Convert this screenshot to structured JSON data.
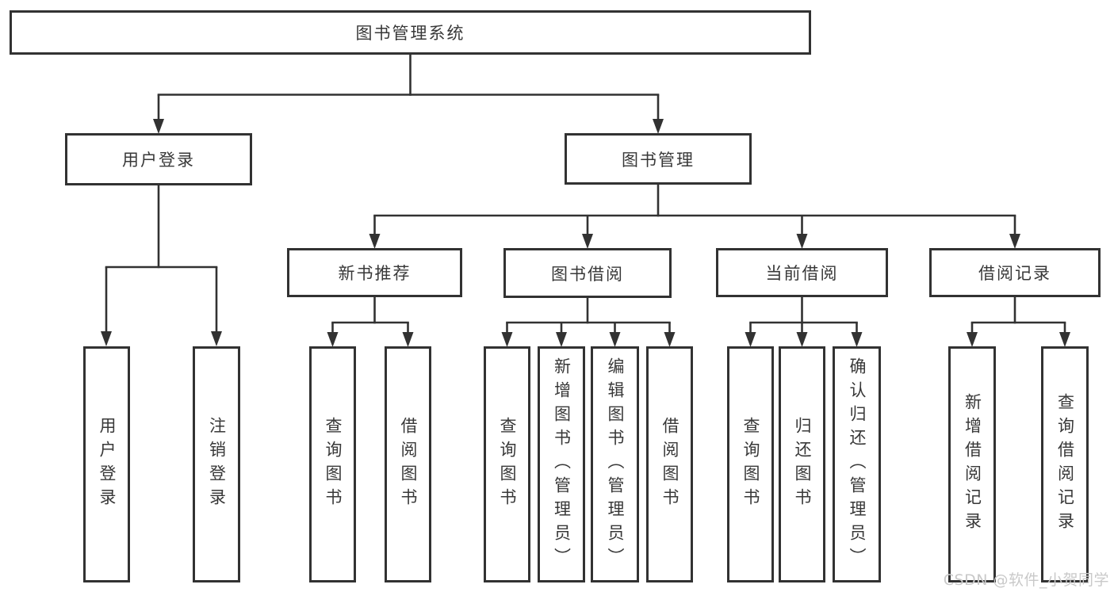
{
  "tree": {
    "root": "图书管理系统",
    "branches": {
      "user_login": "用户登录",
      "book_mgmt": "图书管理"
    },
    "modules": {
      "new_book_rec": "新书推荐",
      "book_borrow": "图书借阅",
      "current_borrow": "当前借阅",
      "borrow_records": "借阅记录"
    },
    "leaves": {
      "user_login": "用户登录",
      "logout": "注销登录",
      "rec_query_book": "查询图书",
      "rec_borrow_book": "借阅图书",
      "bor_query_book": "查询图书",
      "bor_add_book": "新增图书（管理员）",
      "bor_edit_book": "编辑图书（管理员）",
      "bor_borrow_book": "借阅图书",
      "cur_query_book": "查询图书",
      "cur_return_book": "归还图书",
      "cur_confirm_return": "确认归还（管理员）",
      "rcd_add_record": "新增借阅记录",
      "rcd_query_record": "查询借阅记录"
    }
  },
  "watermark": "CSDN @软件_小贺同学",
  "colors": {
    "line": "#323232",
    "text": "#383838",
    "box_background": "#ffffff",
    "watermark": "#c9c9c9"
  }
}
